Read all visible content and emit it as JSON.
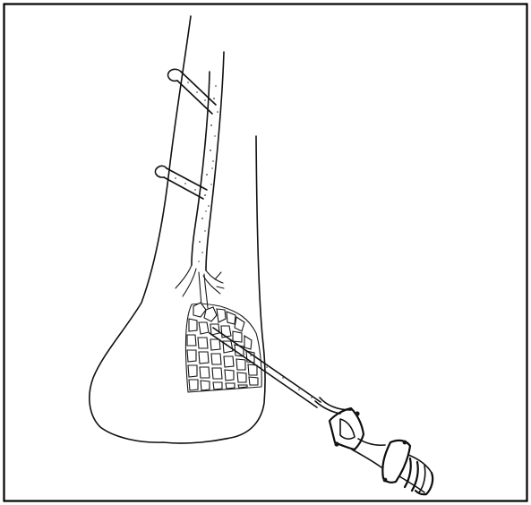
{
  "figure": {
    "frame_color": "#000000",
    "ink_color": "#111111",
    "background": "#ffffff",
    "parts": [
      "figure-frame",
      "bone-outline",
      "vessel-trunk",
      "vessel-branch-upper",
      "vessel-branch-lower",
      "vessel-bifurcation",
      "cancellous-bone-network",
      "needle",
      "syringe"
    ]
  }
}
